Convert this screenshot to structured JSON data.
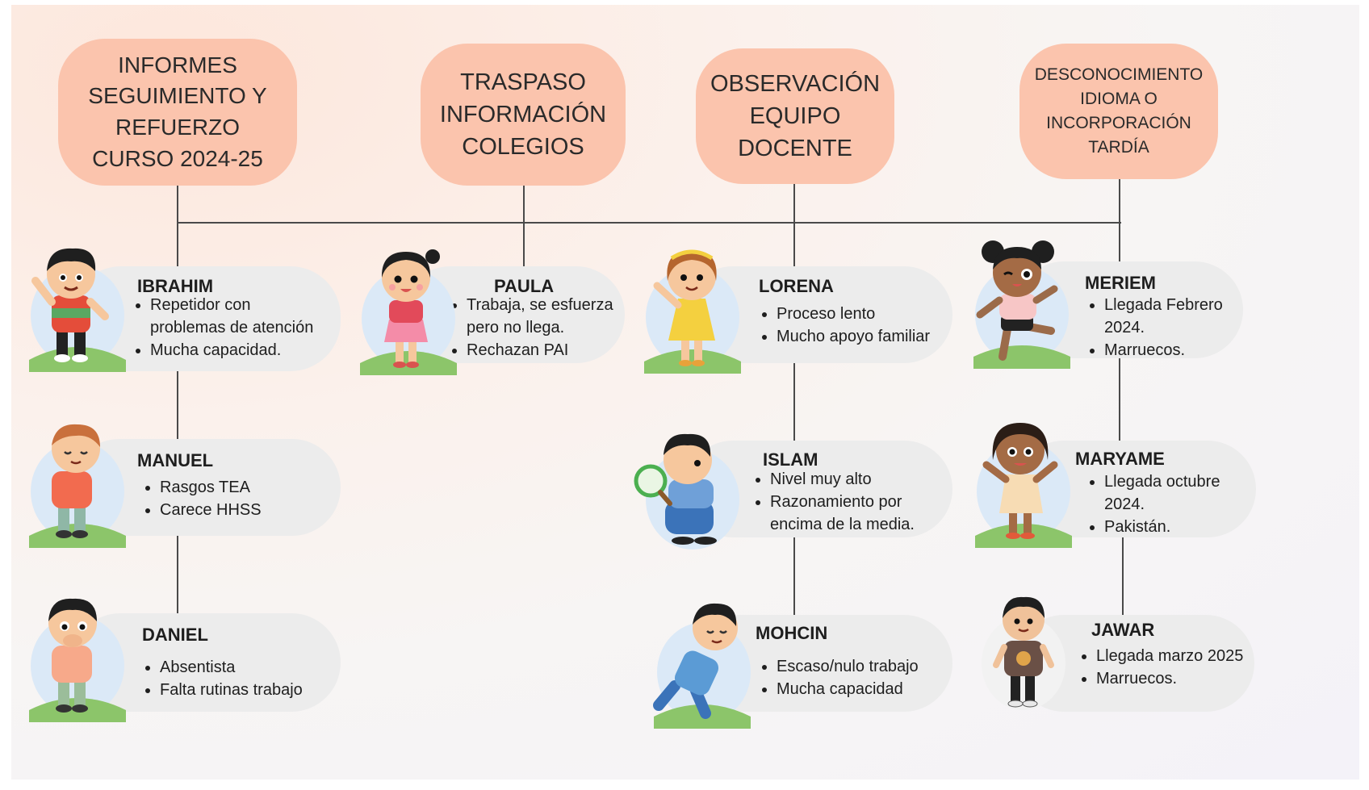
{
  "headers": {
    "informes": "INFORMES\nSEGUIMIENTO Y\nREFUERZO\nCURSO 2024-25",
    "traspaso": "TRASPASO\nINFORMACIÓN\nCOLEGIOS",
    "observacion": "OBSERVACIÓN\nEQUIPO\nDOCENTE",
    "desconocimiento": "DESCONOCIMIENTO\nIDIOMA O\nINCORPORACIÓN\nTARDÍA"
  },
  "students": {
    "ibrahim": {
      "name": "IBRAHIM",
      "notes": [
        "Repetidor con\nproblemas de atención",
        "Mucha capacidad."
      ]
    },
    "manuel": {
      "name": "MANUEL",
      "notes": [
        "Rasgos TEA",
        "Carece HHSS"
      ]
    },
    "daniel": {
      "name": "DANIEL",
      "notes": [
        "Absentista",
        "Falta rutinas trabajo"
      ]
    },
    "paula": {
      "name": "PAULA",
      "notes": [
        "Trabaja, se esfuerza\npero no llega.",
        "Rechazan  PAI"
      ]
    },
    "lorena": {
      "name": "LORENA",
      "notes": [
        "Proceso lento",
        "Mucho apoyo familiar"
      ]
    },
    "islam": {
      "name": "ISLAM",
      "notes": [
        "Nivel muy alto",
        "Razonamiento por\nencima de la media."
      ]
    },
    "mohcin": {
      "name": "MOHCIN",
      "notes": [
        "Escaso/nulo trabajo",
        "Mucha capacidad"
      ]
    },
    "meriem": {
      "name": "MERIEM",
      "notes": [
        "Llegada Febrero\n2024.",
        " Marruecos."
      ]
    },
    "maryame": {
      "name": "MARYAME",
      "notes": [
        "Llegada octubre\n2024.",
        " Pakistán."
      ]
    },
    "jawar": {
      "name": "JAWAR",
      "notes": [
        "Llegada marzo 2025",
        " Marruecos."
      ]
    }
  },
  "colors": {
    "header_fill": "#fbc4ad",
    "card_fill": "#ececec",
    "connector": "#4a4a4a"
  }
}
